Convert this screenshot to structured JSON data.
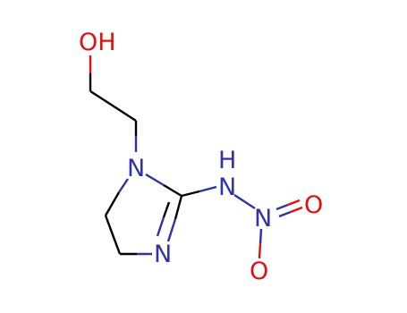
{
  "molecule": {
    "atoms": {
      "hydroxyl": {
        "text": "OH",
        "color": "#e01010"
      },
      "ring_n1": {
        "text": "N",
        "color": "#3131a8"
      },
      "amine_n": {
        "text": "N",
        "color": "#3131a8"
      },
      "amine_h": {
        "text": "H",
        "color": "#3131a8"
      },
      "nitro_n": {
        "text": "N",
        "color": "#3131a8"
      },
      "ring_n3": {
        "text": "N",
        "color": "#3131a8"
      },
      "nitro_o_right": {
        "text": "O",
        "color": "#e01010"
      },
      "nitro_o_bottom": {
        "text": "O",
        "color": "#e01010"
      }
    },
    "bond_color": "#000000"
  }
}
